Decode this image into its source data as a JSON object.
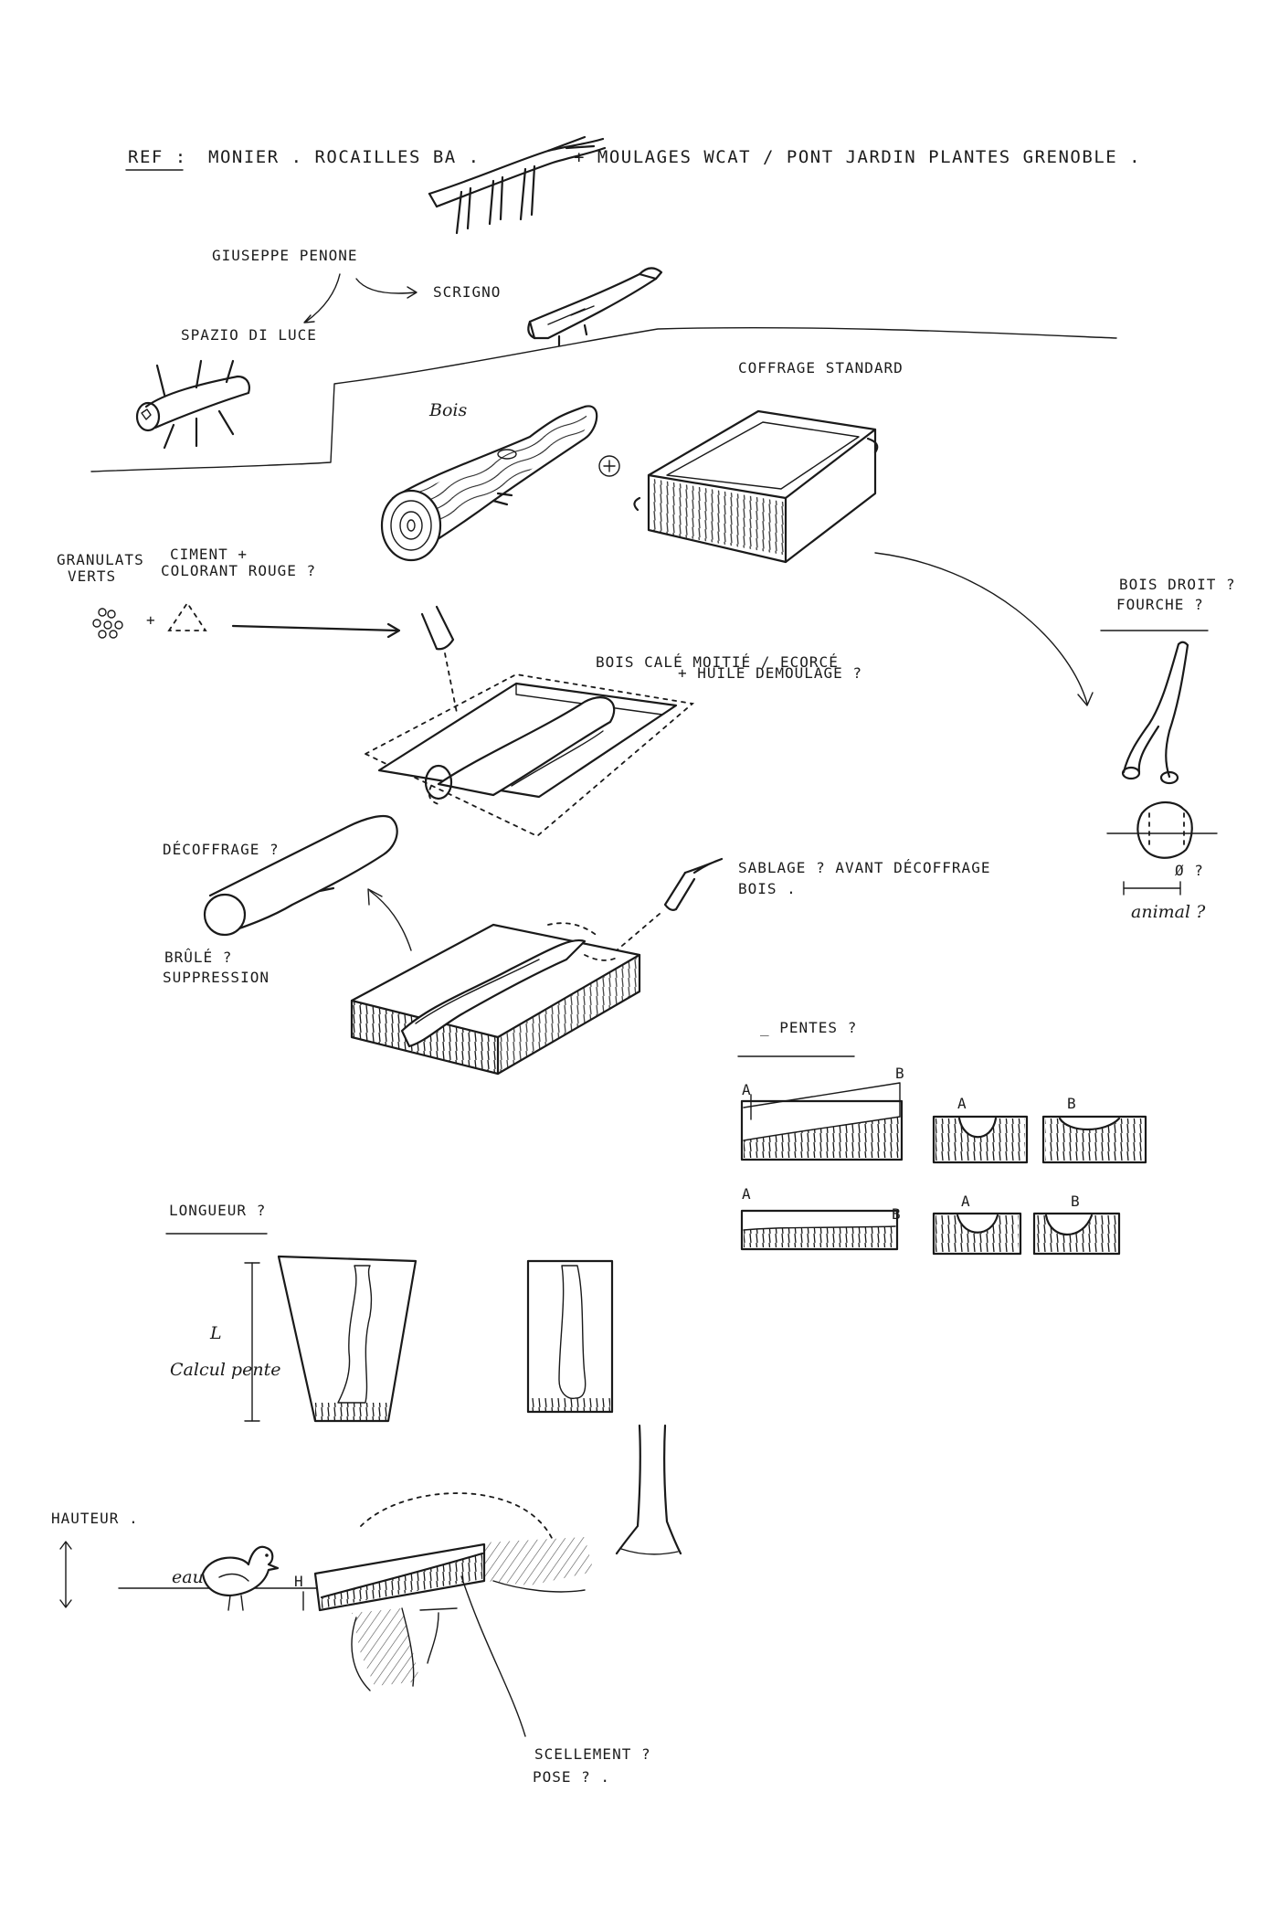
{
  "notes": {
    "ref_label": "REF :",
    "ref_text": "MONIER . ROCAILLES BA .",
    "ref_extra": "+ MOULAGES WCAT / PONT JARDIN PLANTES GRENOBLE .",
    "penone": "GIUSEPPE PENONE",
    "scrigno": "SCRIGNO",
    "spazio": "SPAZIO DI LUCE",
    "bois": "Bois",
    "coffrage": "COFFRAGE STANDARD",
    "granulats": "GRANULATS",
    "verts": "VERTS",
    "ciment": "CIMENT +",
    "colorant": "COLORANT ROUGE ?",
    "bois_cale": "BOIS CALÉ MOITIÉ / ECORCÉ",
    "huile": "+ HUILE DEMOULAGE ?",
    "bois_droit": "BOIS DROIT ?",
    "fourche": "FOURCHE ?",
    "diametre": "Ø ?",
    "animal": "animal ?",
    "decoffrage": "DÉCOFFRAGE ?",
    "brule": "BRÛLÉ ?",
    "suppression": "SUPPRESSION",
    "sablage": "SABLAGE ? AVANT DÉCOFFRAGE",
    "sablage_bois": "BOIS .",
    "pentes": "_ PENTES ?",
    "label_a": "A",
    "label_b": "B",
    "longueur": "LONGUEUR ?",
    "l": "L",
    "calcul": "Calcul pente",
    "hauteur": "HAUTEUR .",
    "eau": "eau .",
    "h": "H ?",
    "scellement": "SCELLEMENT ?",
    "pose": "POSE ? ."
  }
}
